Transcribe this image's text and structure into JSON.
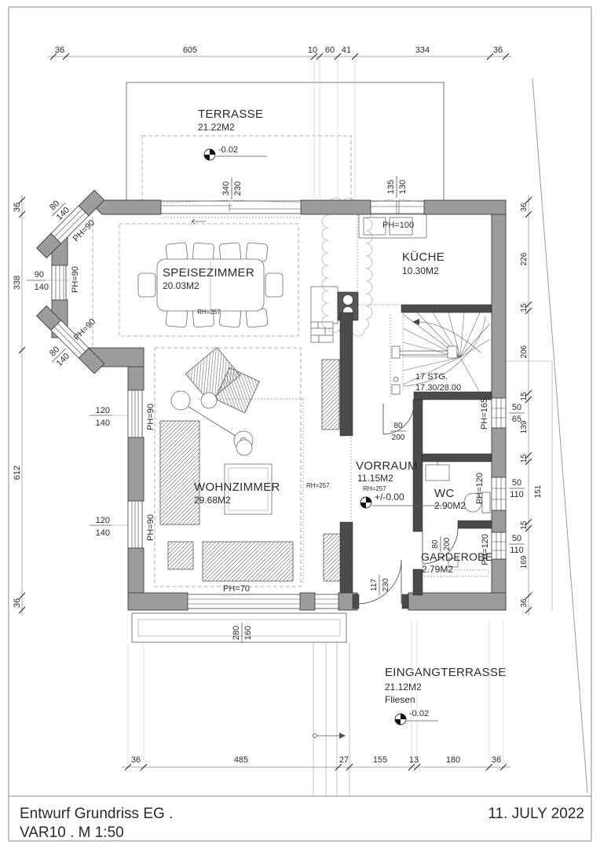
{
  "title_block": {
    "line1": "Entwurf Grundriss EG .",
    "line2": "VAR10 . M 1:50",
    "date": "11. JULY 2022"
  },
  "rooms": {
    "terrasse": {
      "name": "TERRASSE",
      "area": "21.22M2",
      "level": "-0.02"
    },
    "speisezimmer": {
      "name": "SPEISEZIMMER",
      "area": "20.03M2",
      "rh": "RH=257"
    },
    "kueche": {
      "name": "KÜCHE",
      "area": "10.30M2"
    },
    "stairs": {
      "steps": "17 STG.",
      "dims": "17.30/28.00"
    },
    "vorraum": {
      "name": "VORRAUM",
      "area": "11.15M2",
      "rh": "RH=257",
      "level": "+/-0.00"
    },
    "wc": {
      "name": "WC",
      "area": "2.90M2"
    },
    "garderobe": {
      "name": "GARDEROBE",
      "area": "2.79M2"
    },
    "wohnzimmer": {
      "name": "WOHNZIMMER",
      "area": "29.68M2",
      "rh": "RH=257"
    },
    "eingangterrasse": {
      "name": "EINGANGTERRASSE",
      "area": "21.12M2",
      "floor": "Fliesen",
      "level": "-0.02"
    }
  },
  "dims": {
    "top": [
      "36",
      "605",
      "10",
      "60",
      "41",
      "334",
      "36"
    ],
    "left": [
      "36",
      "338",
      "612",
      "36"
    ],
    "right": [
      "36",
      "226",
      "15",
      "206",
      "15",
      "139",
      "15",
      "151",
      "15",
      "169",
      "36"
    ],
    "bottom": [
      "36",
      "485",
      "27",
      "155",
      "13",
      "180",
      "36"
    ]
  },
  "openings": {
    "terrace_door": {
      "w": "340",
      "h": "230"
    },
    "kitchen_window": {
      "w": "135",
      "h": "130",
      "ph": "PH=100"
    },
    "bay_upper": {
      "w": "80",
      "h": "140",
      "ph": "PH=90"
    },
    "bay_west": {
      "w": "90",
      "h": "140",
      "ph": "PH=90"
    },
    "bay_lower": {
      "w": "80",
      "h": "140",
      "ph": "PH=90"
    },
    "west1": {
      "w": "120",
      "h": "140",
      "ph": "PH=90"
    },
    "west2": {
      "w": "120",
      "h": "140",
      "ph": "PH=90"
    },
    "south_window": {
      "w": "280",
      "h": "160",
      "ph": "PH=70"
    },
    "east1": {
      "w": "50",
      "h": "65",
      "ph": "PH=165"
    },
    "east2": {
      "w": "50",
      "h": "110",
      "ph": "PH=120"
    },
    "east3": {
      "w": "50",
      "h": "110",
      "ph": "PH=120"
    },
    "door_kueche": {
      "w": "80",
      "h": "200"
    },
    "door_wc": {
      "w": "80",
      "h": "200"
    },
    "door_entry": {
      "w": "117",
      "h": "230"
    }
  }
}
